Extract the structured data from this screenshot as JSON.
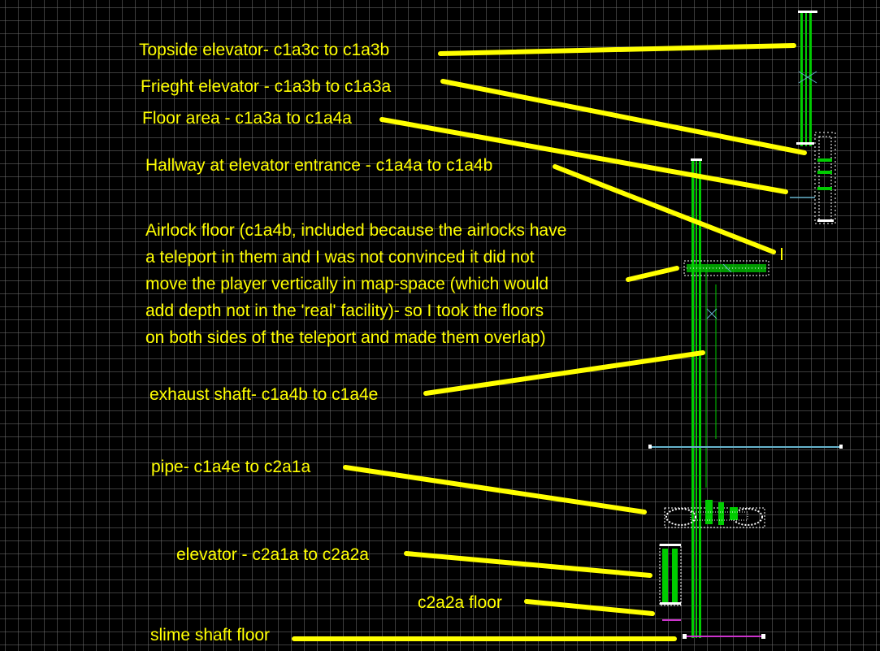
{
  "colors": {
    "background": "#000000",
    "grid": "#6e6e6e",
    "annotation": "#ffff00",
    "brush": "#00cc00",
    "vertex": "#ffffff",
    "guide": "#66b3cc",
    "floor_line": "#cc33cc"
  },
  "annotations": {
    "topside_elevator": "Topside elevator- c1a3c to c1a3b",
    "freight_elevator": "Frieght elevator - c1a3b to c1a3a",
    "floor_area": "Floor area - c1a3a to c1a4a",
    "hallway": "Hallway at elevator entrance - c1a4a to c1a4b",
    "airlock_lines": [
      "Airlock floor (c1a4b, included because the airlocks have",
      "a teleport in them and I was not convinced it did not",
      "move the player vertically in map-space (which would",
      "add depth not in the 'real' facility)- so I took the floors",
      "on both sides of the teleport and made them overlap)"
    ],
    "exhaust_shaft": "exhaust shaft- c1a4b to c1a4e",
    "pipe": "pipe- c1a4e to c2a1a",
    "elevator": "elevator - c2a1a to c2a2a",
    "c2a2a_floor": "c2a2a floor",
    "slime_shaft_floor": "slime shaft floor"
  }
}
